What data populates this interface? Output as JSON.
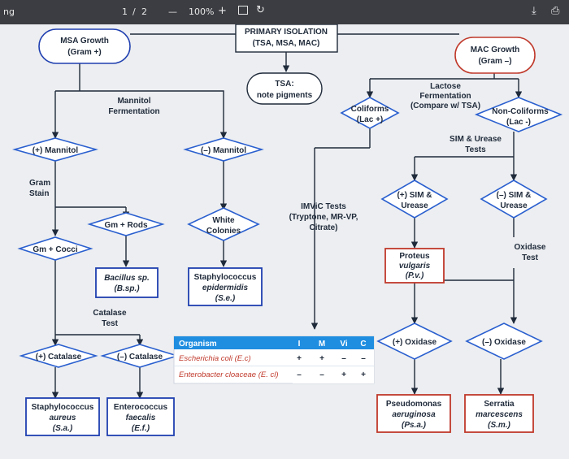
{
  "toolbar": {
    "left_text": "ng",
    "page_current": "1",
    "page_sep": "/",
    "page_total": "2",
    "zoom_minus": "—",
    "zoom": "100%",
    "zoom_plus": "+"
  },
  "nodes": {
    "primary": [
      "PRIMARY ISOLATION",
      "(TSA, MSA, MAC)"
    ],
    "msa": [
      "MSA Growth",
      "(Gram +)"
    ],
    "mac": [
      "MAC Growth",
      "(Gram –)"
    ],
    "tsa": [
      "TSA:",
      "note pigments"
    ],
    "mannitol_ferm": [
      "Mannitol",
      "Fermentation"
    ],
    "lactose_ferm": [
      "Lactose",
      "Fermentation",
      "(Compare w/ TSA)"
    ],
    "coliforms": [
      "Coliforms",
      "(Lac +)"
    ],
    "noncoliforms": [
      "Non-Coliforms",
      "(Lac -)"
    ],
    "pos_mannitol": "(+) Mannitol",
    "neg_mannitol": "(–) Mannitol",
    "sim_urease": [
      "SIM & Urease",
      "Tests"
    ],
    "gram_stain": [
      "Gram",
      "Stain"
    ],
    "pos_sim": [
      "(+) SIM &",
      "Urease"
    ],
    "neg_sim": [
      "(–) SIM &",
      "Urease"
    ],
    "gm_rods": "Gm + Rods",
    "white": [
      "White",
      "Colonies"
    ],
    "imvic": [
      "IMViC Tests",
      "(Tryptone, MR-VP,",
      "Citrate)"
    ],
    "gm_cocci": "Gm + Cocci",
    "proteus": [
      "Proteus",
      "vulgaris",
      "(P.v.)"
    ],
    "oxidase_test": [
      "Oxidase",
      "Test"
    ],
    "bacillus": [
      "Bacillus sp.",
      "(B.sp.)"
    ],
    "staph_epi": [
      "Staphylococcus",
      "epidermidis",
      "(S.e.)"
    ],
    "catalase_test": [
      "Catalase",
      "Test"
    ],
    "pos_oxidase": "(+) Oxidase",
    "neg_oxidase": "(–) Oxidase",
    "pos_catalase": "(+) Catalase",
    "neg_catalase": "(–) Catalase",
    "staph_aureus": [
      "Staphylococcus",
      "aureus",
      "(S.a.)"
    ],
    "entero": [
      "Enterococcus",
      "faecalis",
      "(E.f.)"
    ],
    "pseudo": [
      "Pseudomonas",
      "aeruginosa",
      "(Ps.a.)"
    ],
    "serratia": [
      "Serratia",
      "marcescens",
      "(S.m.)"
    ]
  },
  "imvic_table": {
    "header": [
      "Organism",
      "I",
      "M",
      "Vi",
      "C"
    ],
    "rows": [
      [
        "Escherichia coli (E.c)",
        "+",
        "+",
        "–",
        "–"
      ],
      [
        "Enterobacter cloaceae (E. cl)",
        "–",
        "–",
        "+",
        "+"
      ]
    ]
  },
  "colors": {
    "box_blue": "#1f3fb0",
    "box_red": "#c0392b",
    "diamond_blue": "#2a5fcf",
    "organism_red": "#c0392b",
    "table_header": "#1f8de0"
  }
}
